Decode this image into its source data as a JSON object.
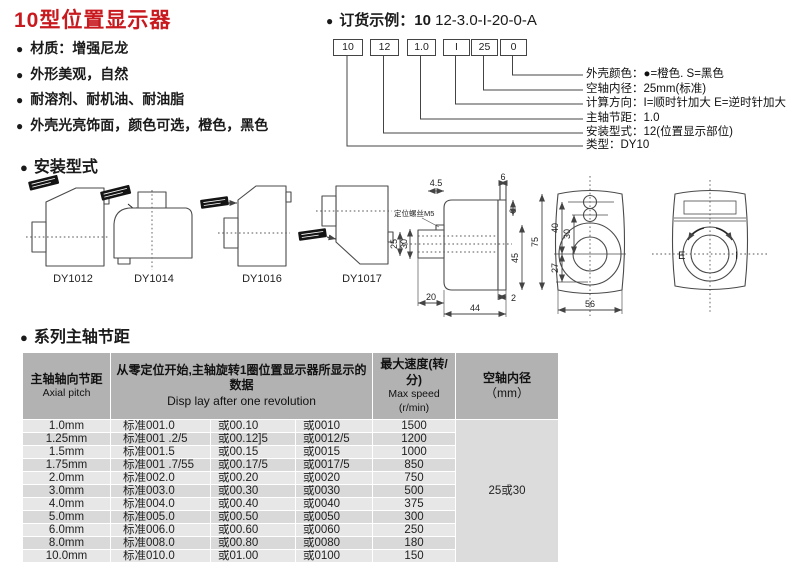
{
  "glyphs": {
    "bullet": "●"
  },
  "header": {
    "title": "10型位置显示器",
    "bullets": [
      "材质：增强尼龙",
      "外形美观，自然",
      "耐溶剂、耐机油、耐油脂",
      "外壳光亮饰面，颜色可选，橙色，黑色"
    ]
  },
  "order": {
    "heading_label": "订货示例：",
    "code_bold": "10",
    "code_rest": "12-3.0-I-20-0-A",
    "boxes": [
      "10",
      "12",
      "1.0",
      "I",
      "25",
      "0"
    ],
    "legend": [
      "外壳颜色：●=橙色.  S=黑色",
      "空轴内径：25mm(标准)",
      "计算方向：I=顺时针加大  E=逆时针加大",
      "主轴节距：1.0",
      "安装型式：12(位置显示部位)",
      "类型：DY10"
    ]
  },
  "mounting": {
    "heading": "安装型式",
    "models": [
      "DY1012",
      "DY1014",
      "DY1016",
      "DY1017"
    ],
    "screw_label": "定位螺丝M5",
    "side_dims": {
      "d4_5": "4.5",
      "d6_top": "6",
      "d6_side": "6",
      "d45": "45",
      "d25": "25",
      "d30": "30",
      "d2": "2",
      "d20": "20",
      "d44": "44"
    },
    "front_dims": {
      "d75": "75",
      "d40": "40",
      "d30": "30",
      "d27": "27",
      "d56": "56"
    },
    "rear_dims": {
      "e": "E",
      "i": "I"
    }
  },
  "pitch_table": {
    "heading": "系列主轴节距",
    "headers": {
      "col1_zh": "主轴轴向节距",
      "col1_en": "Axial pitch",
      "col2_zh": "从零定位开始,主轴旋转1圈位置显示器所显示的数据",
      "col2_en": "Disp lay after one revolution",
      "col3_zh": "最大速度(转/分)",
      "col3_en": "Max speed (r/min)",
      "col4_zh": "空轴内径",
      "col4_en": "（mm）"
    },
    "bore": "25或30",
    "rows": [
      {
        "pitch": "1.0mm",
        "std": "标准001.0",
        "alt1": "或00.10",
        "alt2": "或0010",
        "speed": "1500"
      },
      {
        "pitch": "1.25mm",
        "std": "标准001 .2/5",
        "alt1": "或00.12]5",
        "alt2": "或0012/5",
        "speed": "1200"
      },
      {
        "pitch": "1.5mm",
        "std": "标准001.5",
        "alt1": "或00.15",
        "alt2": "或0015",
        "speed": "1000"
      },
      {
        "pitch": "1.75mm",
        "std": "标准001 .7/55",
        "alt1": "或00.17/5",
        "alt2": "或0017/5",
        "speed": "850"
      },
      {
        "pitch": "2.0mm",
        "std": "标准002.0",
        "alt1": "或00.20",
        "alt2": "或0020",
        "speed": "750"
      },
      {
        "pitch": "3.0mm",
        "std": "标准003.0",
        "alt1": "或00.30",
        "alt2": "或0030",
        "speed": "500"
      },
      {
        "pitch": "4.0mm",
        "std": "标准004.0",
        "alt1": "或00.40",
        "alt2": "或0040",
        "speed": "375"
      },
      {
        "pitch": "5.0mm",
        "std": "标准005.0",
        "alt1": "或00.50",
        "alt2": "或0050",
        "speed": "300"
      },
      {
        "pitch": "6.0mm",
        "std": "标准006.0",
        "alt1": "或00.60",
        "alt2": "或0060",
        "speed": "250"
      },
      {
        "pitch": "8.0mm",
        "std": "标准008.0",
        "alt1": "或00.80",
        "alt2": "或0080",
        "speed": "180"
      },
      {
        "pitch": "10.0mm",
        "std": "标准010.0",
        "alt1": "或01.00",
        "alt2": "或0100",
        "speed": "150"
      }
    ]
  }
}
